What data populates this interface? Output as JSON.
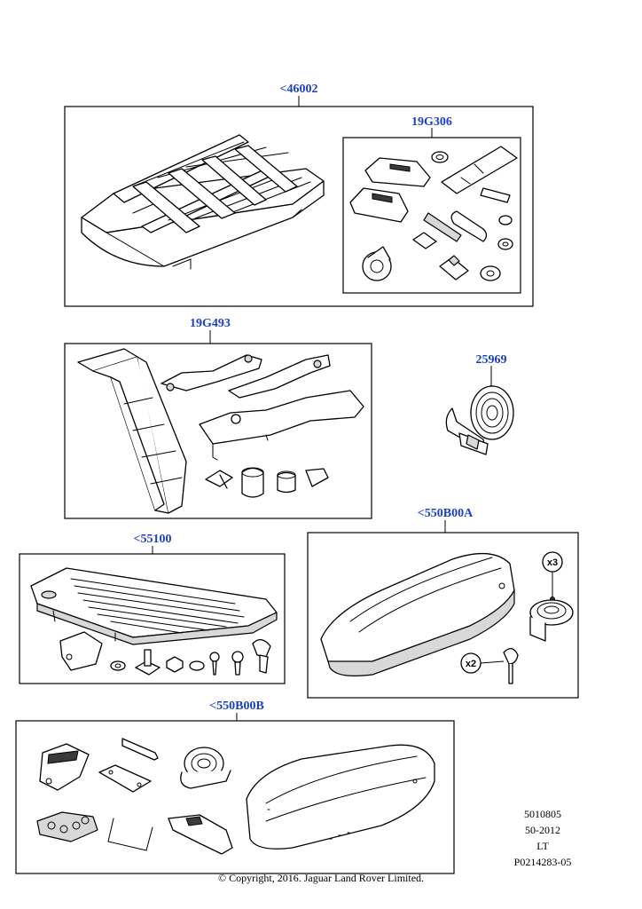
{
  "callouts": {
    "roof_rack_group": "<46002",
    "fitting_kit": "19G306",
    "ladder_kit": "19G493",
    "strap": "25969",
    "roof_box_a": "<550B00A",
    "luggage_rack": "<55100",
    "roof_box_b": "<550B00B"
  },
  "quantities": {
    "strap_qty": "x3",
    "key_qty": "x2"
  },
  "info": {
    "line1": "5010805",
    "line2": "50-2012",
    "line3": "LT",
    "line4": "P0214283-05"
  },
  "copyright": "© Copyright, 2016. Jaguar Land Rover Limited."
}
